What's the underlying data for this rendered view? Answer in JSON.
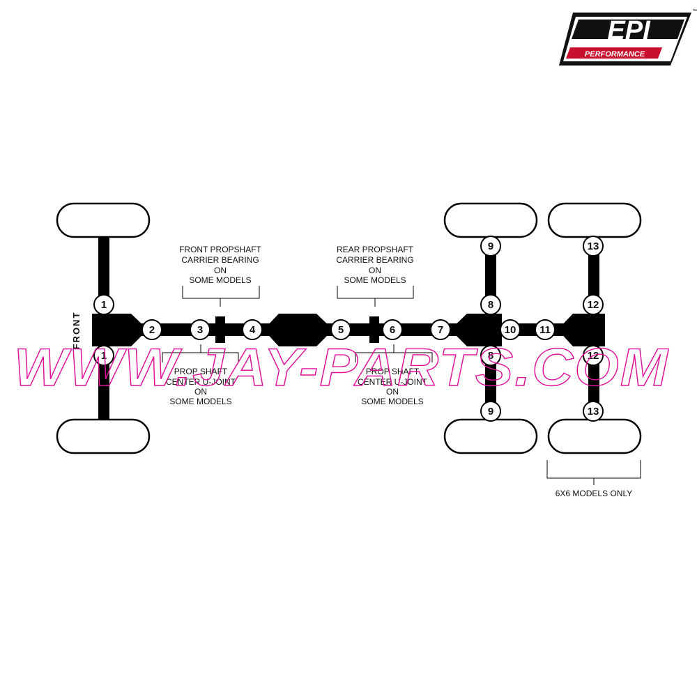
{
  "logo": {
    "brand": "EPI",
    "tagline": "PERFORMANCE",
    "trademark": "™",
    "colors": {
      "red": "#c8102e",
      "black": "#111111"
    }
  },
  "side_label": "FRONT",
  "callouts": {
    "front_carrier": [
      "FRONT PROPSHAFT",
      "CARRIER BEARING",
      "ON",
      "SOME MODELS"
    ],
    "rear_carrier": [
      "REAR PROPSHAFT",
      "CARRIER BEARING",
      "ON",
      "SOME MODELS"
    ],
    "front_ujoint": [
      "PROP SHAFT",
      "CENTER U-JOINT",
      "ON",
      "SOME MODELS"
    ],
    "rear_ujoint": [
      "PROP SHAFT",
      "CENTER U-JOINT",
      "ON",
      "SOME MODELS"
    ],
    "six_by_six": "6X6 MODELS ONLY"
  },
  "markers": {
    "front_axle_top": "1",
    "front_axle_bottom": "1",
    "front_diff_output": "2",
    "front_shaft_joint": "3",
    "front_shaft_rear": "4",
    "transfer_case_output": "5",
    "rear_shaft_joint": "6",
    "rear_shaft_end": "7",
    "mid_axle_inner_top": "8",
    "mid_axle_inner_bottom": "8",
    "mid_axle_outer_top": "9",
    "mid_axle_outer_bottom": "9",
    "inter_axle_front": "10",
    "inter_axle_rear": "11",
    "rear_axle_inner_top": "12",
    "rear_axle_inner_bottom": "12",
    "rear_axle_outer_top": "13",
    "rear_axle_outer_bottom": "13"
  },
  "watermark": "WWW.JAY-PARTS.COM",
  "colors": {
    "line": "#000000",
    "watermark": "#e0149a"
  }
}
